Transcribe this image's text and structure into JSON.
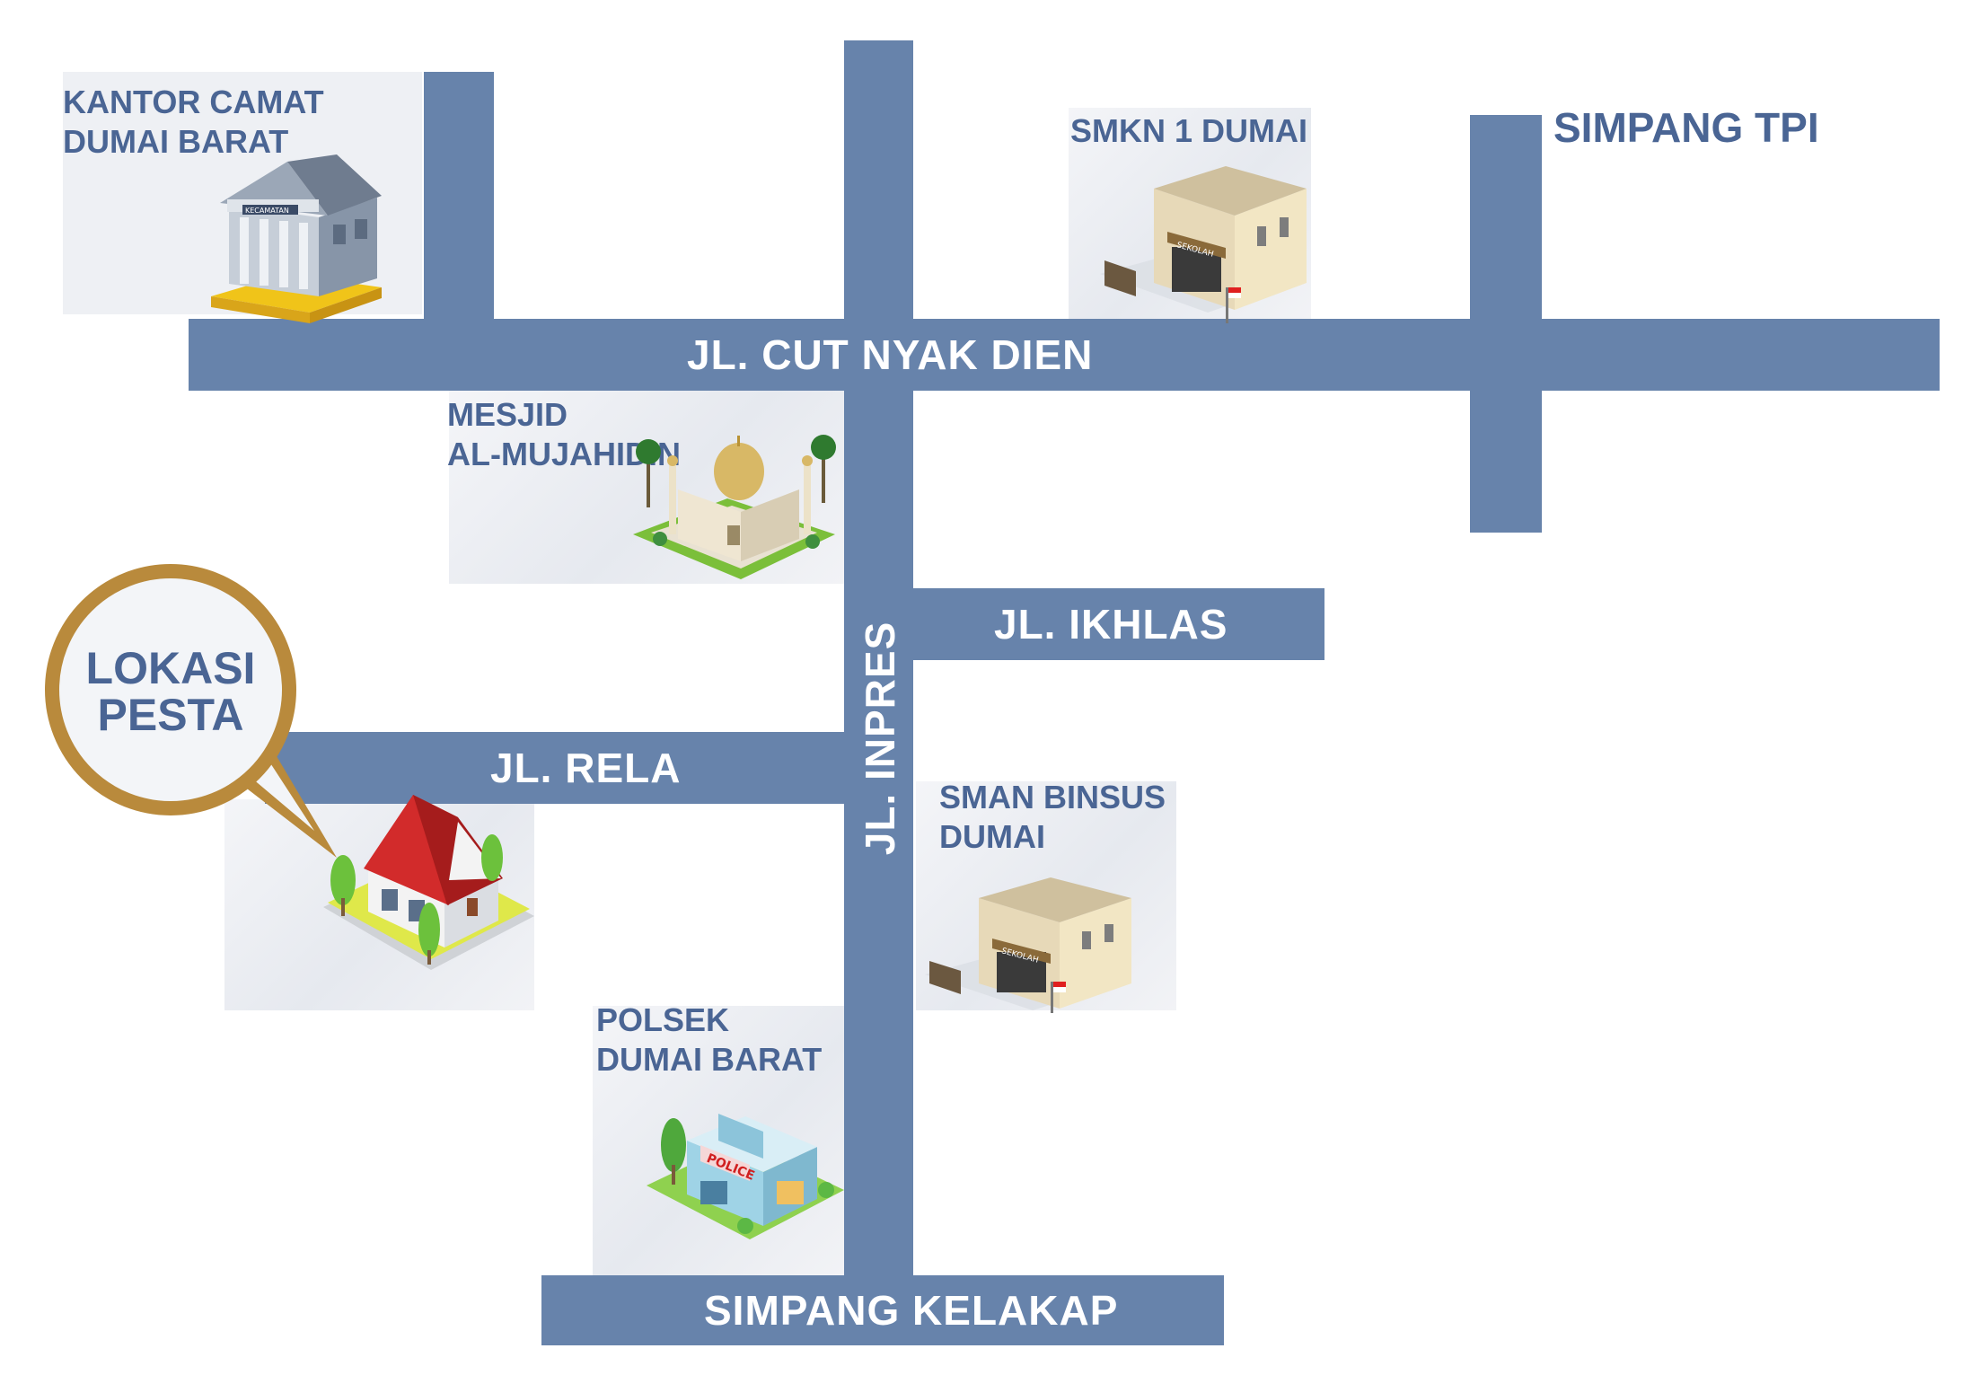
{
  "map": {
    "roads": {
      "cut_nyak_dien": "JL. CUT NYAK DIEN",
      "ikhlas": "JL. IKHLAS",
      "rela": "JL. RELA",
      "inpres": "JL. INPRES",
      "simpang_kelakap": "SIMPANG KELAKAP",
      "simpang_tpi": "SIMPANG TPI"
    },
    "road_color": "#6783ab",
    "label_color": "#4a6594",
    "callout_color": "#b98a3c",
    "destination": {
      "line1": "LOKASI",
      "line2": "PESTA",
      "icon": "house-icon"
    },
    "landmarks": [
      {
        "line1": "KANTOR CAMAT",
        "line2": "DUMAI BARAT",
        "icon": "government-building-icon"
      },
      {
        "line1": "SMKN 1 DUMAI",
        "line2": "",
        "icon": "school-icon"
      },
      {
        "line1": "MESJID",
        "line2": "AL-MUJAHIDIN",
        "icon": "mosque-icon"
      },
      {
        "line1": "SMAN BINSUS",
        "line2": "DUMAI",
        "icon": "school-icon"
      },
      {
        "line1": "POLSEK",
        "line2": "DUMAI BARAT",
        "icon": "police-station-icon",
        "sign": "POLICE"
      }
    ]
  }
}
